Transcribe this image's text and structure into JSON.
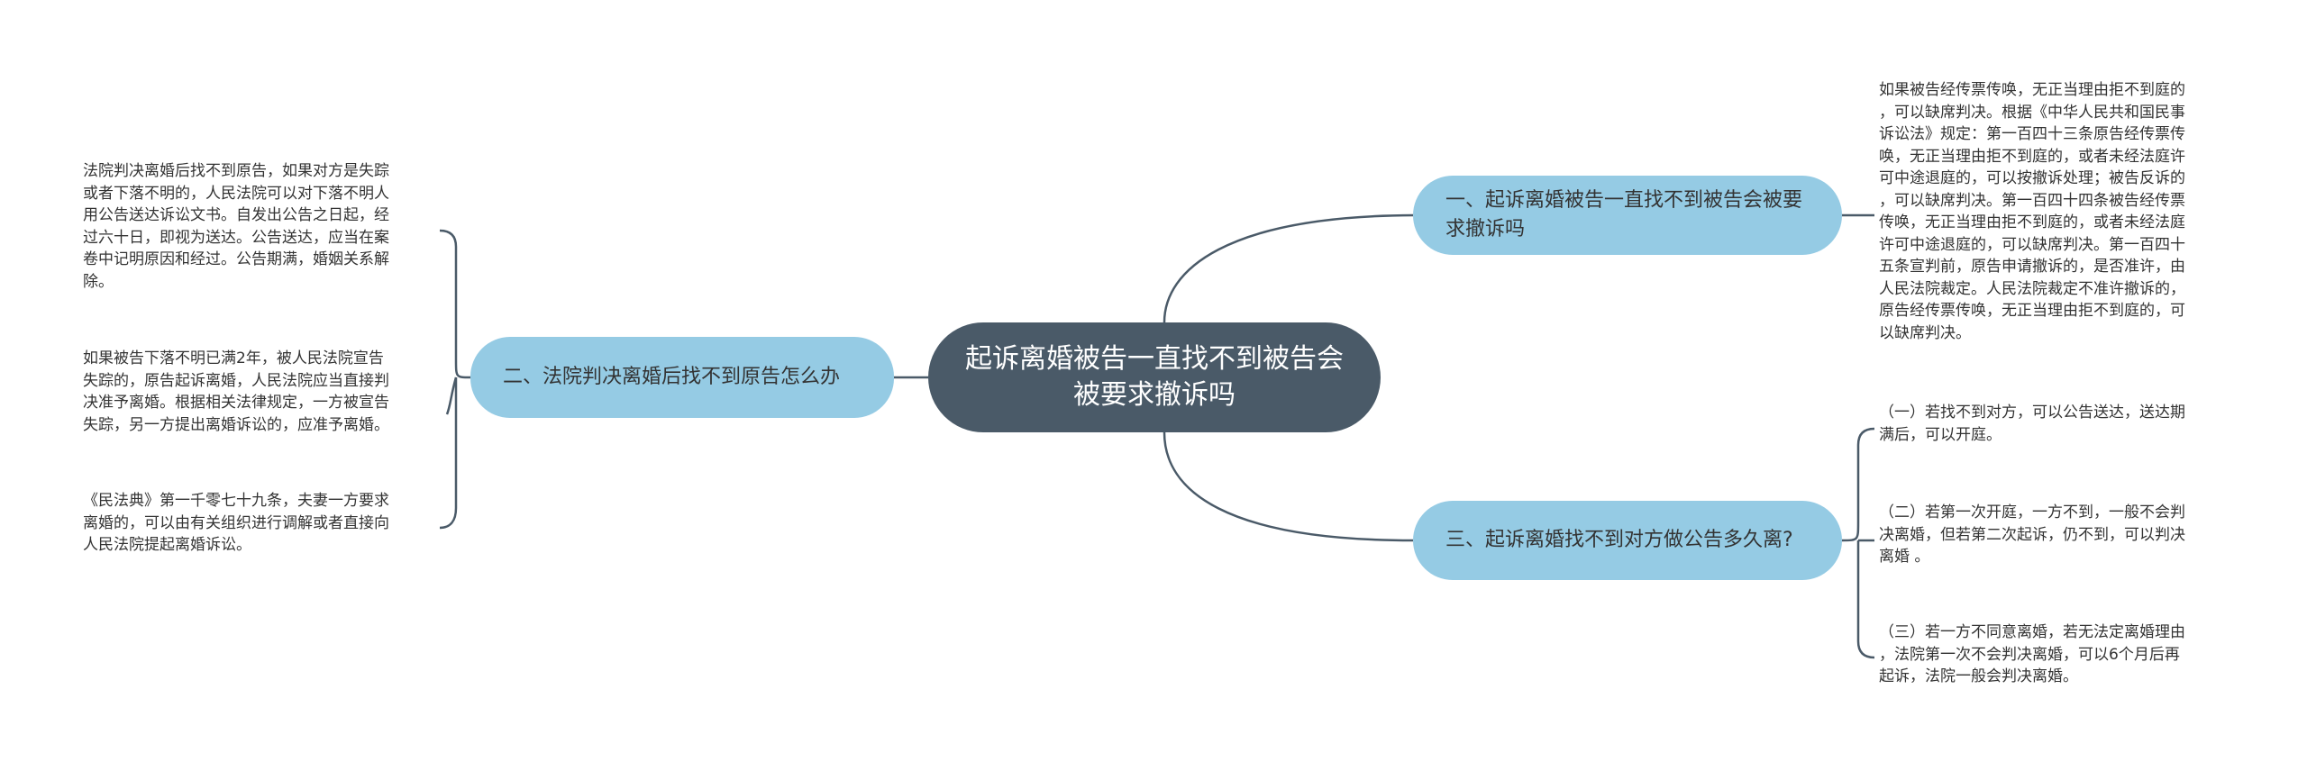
{
  "colors": {
    "central_fill": "#4a5a68",
    "branch_fill": "#95cbe4",
    "connector": "#4a5a68",
    "text": "#333333"
  },
  "central": {
    "label": "起诉离婚被告一直找不到被告会被要求撤诉吗"
  },
  "branches": [
    {
      "label": "一、起诉离婚被告一直找不到被告会被要求撤诉吗",
      "leaves": [
        "如果被告经传票传唤，无正当理由拒不到庭的\n，可以缺席判决。根据《中华人民共和国民事\n诉讼法》规定：第一百四十三条原告经传票传\n唤，无正当理由拒不到庭的，或者未经法庭许\n可中途退庭的，可以按撤诉处理；被告反诉的\n，可以缺席判决。第一百四十四条被告经传票\n传唤，无正当理由拒不到庭的，或者未经法庭\n许可中途退庭的，可以缺席判决。第一百四十\n五条宣判前，原告申请撤诉的，是否准许，由\n人民法院裁定。人民法院裁定不准许撤诉的，\n原告经传票传唤，无正当理由拒不到庭的，可\n以缺席判决。"
      ]
    },
    {
      "label": "二、法院判决离婚后找不到原告怎么办",
      "leaves": [
        "法院判决离婚后找不到原告，如果对方是失踪\n或者下落不明的，人民法院可以对下落不明人\n用公告送达诉讼文书。自发出公告之日起，经\n过六十日，即视为送达。公告送达，应当在案\n卷中记明原因和经过。公告期满，婚姻关系解\n除。",
        "如果被告下落不明已满2年，被人民法院宣告\n失踪的，原告起诉离婚，人民法院应当直接判\n决准予离婚。根据相关法律规定，一方被宣告\n失踪，另一方提出离婚诉讼的，应准予离婚。",
        "《民法典》第一千零七十九条，夫妻一方要求\n离婚的，可以由有关组织进行调解或者直接向\n人民法院提起离婚诉讼。"
      ]
    },
    {
      "label": "三、起诉离婚找不到对方做公告多久离?",
      "leaves": [
        "（一）若找不到对方，可以公告送达，送达期\n满后，可以开庭。",
        "（二）若第一次开庭，一方不到，一般不会判\n决离婚，但若第二次起诉，仍不到，可以判决\n离婚 。",
        "（三）若一方不同意离婚，若无法定离婚理由\n，法院第一次不会判决离婚，可以6个月后再\n起诉，法院一般会判决离婚。"
      ]
    }
  ]
}
